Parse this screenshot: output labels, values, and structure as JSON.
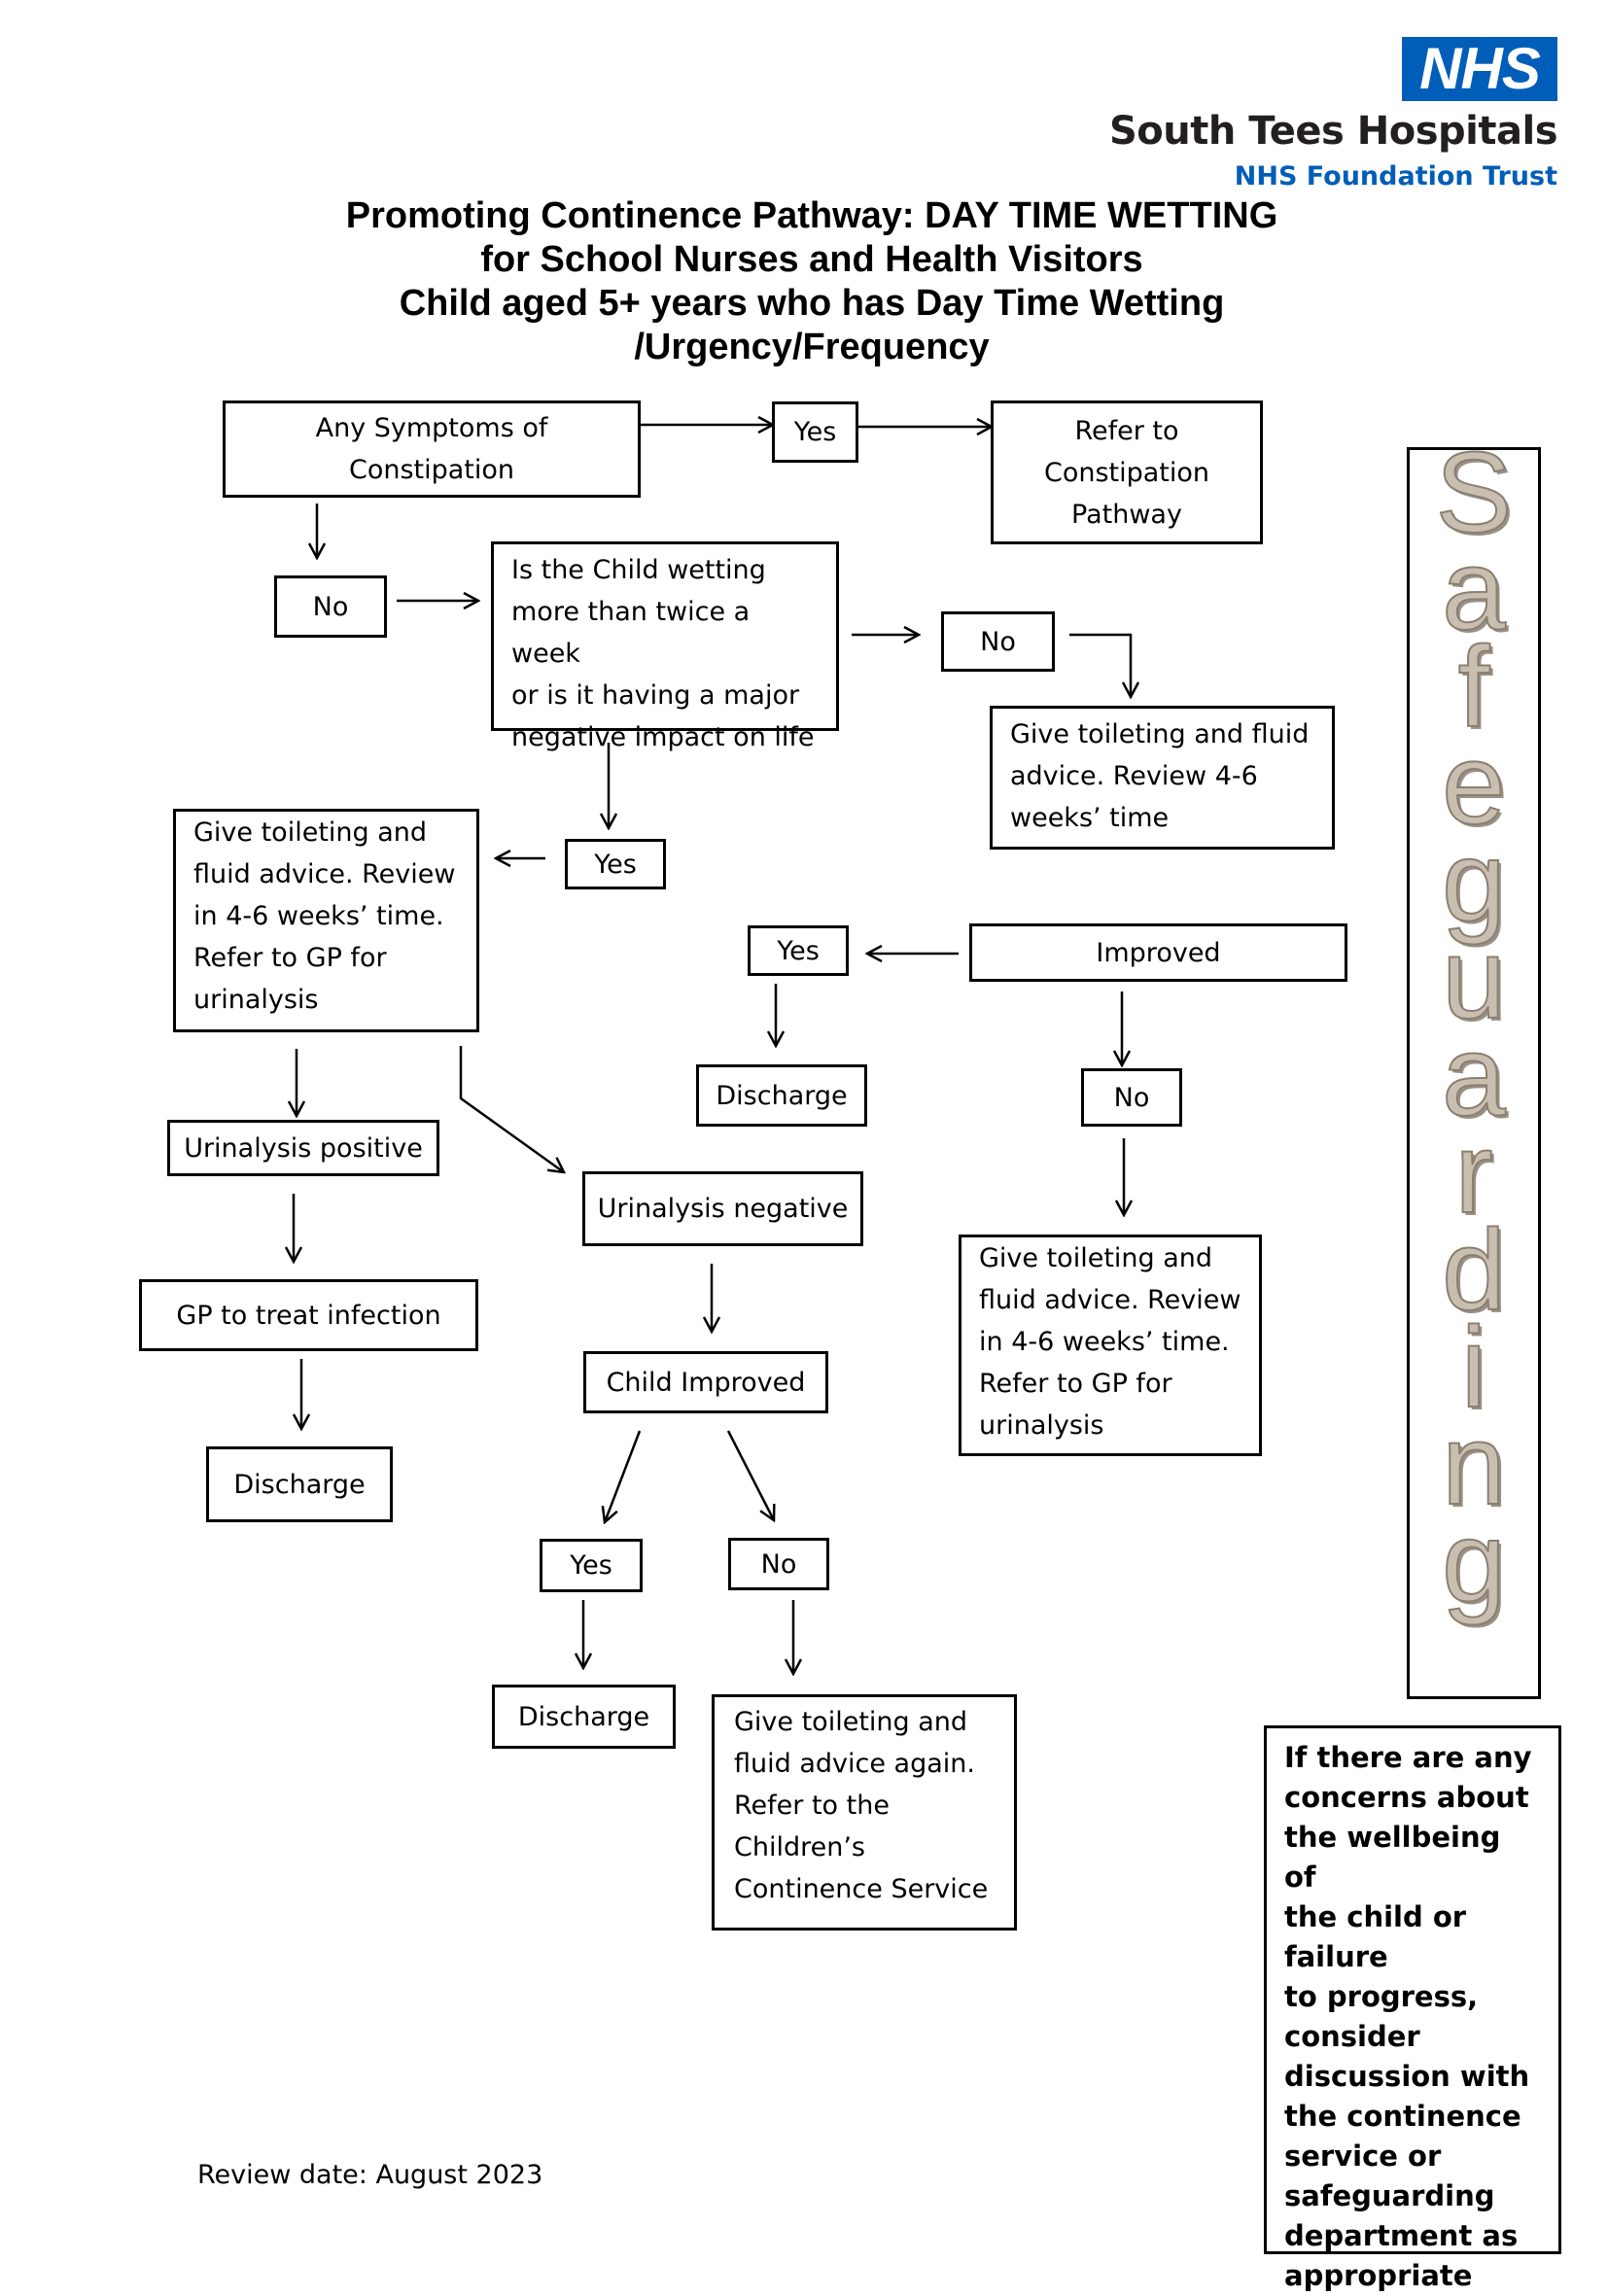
{
  "header": {
    "logo_text": "NHS",
    "org_name": "South Tees Hospitals",
    "org_subtitle": "NHS Foundation Trust"
  },
  "title": {
    "line1": "Promoting Continence Pathway:  DAY TIME WETTING",
    "line2": "for School Nurses and Health Visitors",
    "line3": "Child aged 5+ years who has Day Time Wetting",
    "line4": "/Urgency/Frequency"
  },
  "nodes": {
    "constipation_q": [
      "Any Symptoms of",
      "Constipation"
    ],
    "yes_top": "Yes",
    "refer_constipation": [
      "Refer to",
      "Constipation",
      "Pathway"
    ],
    "no_left": "No",
    "wetting_q": [
      "Is the Child wetting",
      "more than twice a week",
      "or is it having a major",
      "negative impact on life"
    ],
    "no_right": "No",
    "advice_review": [
      "Give toileting and fluid",
      "advice.  Review 4-6",
      "weeks’ time"
    ],
    "yes_mid": "Yes",
    "advice_gp_left": [
      "Give toileting and",
      "fluid advice.  Review",
      "in 4-6 weeks’ time.",
      "Refer to GP for",
      "urinalysis"
    ],
    "yes_improved": "Yes",
    "improved": "Improved",
    "discharge_mid": "Discharge",
    "no_improved": "No",
    "urinalysis_positive": "Urinalysis positive",
    "urinalysis_negative": "Urinalysis negative",
    "advice_gp_right": [
      "Give toileting and",
      "fluid advice.  Review",
      "in 4-6 weeks’ time.",
      "Refer to GP for",
      "urinalysis"
    ],
    "gp_treat": "GP to treat infection",
    "child_improved": "Child Improved",
    "discharge_left": "Discharge",
    "yes_bottom": "Yes",
    "no_bottom": "No",
    "discharge_bottom": "Discharge",
    "continence_referral": [
      "Give toileting and",
      "fluid advice again.",
      "Refer to the",
      "Children’s",
      "Continence Service"
    ]
  },
  "safeguarding": {
    "banner": [
      "S",
      "a",
      "f",
      "e",
      "g",
      "u",
      "a",
      "r",
      "d",
      "i",
      "n",
      "g"
    ],
    "note": [
      "If there are any",
      "concerns about",
      "the wellbeing of",
      "the child or failure",
      "to progress,",
      "consider",
      "discussion with",
      "the continence",
      "service or",
      "safeguarding",
      "department as",
      "appropriate"
    ]
  },
  "footer": {
    "review_date": "Review date: August 2023"
  },
  "colors": {
    "nhs_blue": "#005eb8",
    "org_text": "#231f20",
    "banner_fill": "#c9bfb0"
  }
}
